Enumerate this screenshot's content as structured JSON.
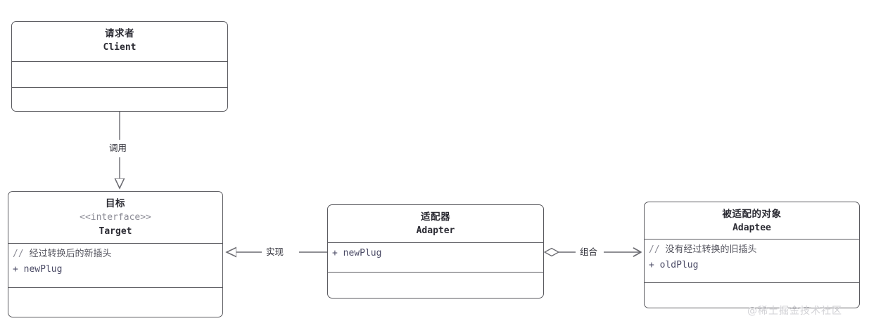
{
  "diagram": {
    "type": "uml-class-diagram",
    "pattern": "Adapter",
    "colors": {
      "stroke": "#5a5a5f",
      "title_text": "#2b2b33",
      "member_text": "#4b4b66",
      "comment_text": "#8b8b95",
      "edge_label_text": "#31313a",
      "watermark": "#d2d2d6",
      "background": "#ffffff"
    },
    "classes": [
      {
        "id": "client",
        "title_cn": "请求者",
        "stereotype": "",
        "title_en": "Client",
        "members": [],
        "empty_sections": 2
      },
      {
        "id": "target",
        "title_cn": "目标",
        "stereotype": "<<interface>>",
        "title_en": "Target",
        "members": [
          {
            "kind": "comment",
            "prefix": "//",
            "text": "经过转换后的新插头"
          },
          {
            "kind": "field",
            "prefix": "+",
            "text": "newPlug"
          }
        ],
        "empty_sections": 1
      },
      {
        "id": "adapter",
        "title_cn": "适配器",
        "stereotype": "",
        "title_en": "Adapter",
        "members": [
          {
            "kind": "field",
            "prefix": "+",
            "text": "newPlug"
          }
        ],
        "empty_sections": 1
      },
      {
        "id": "adaptee",
        "title_cn": "被适配的对象",
        "stereotype": "",
        "title_en": "Adaptee",
        "members": [
          {
            "kind": "comment",
            "prefix": "//",
            "text": "没有经过转换的旧插头"
          },
          {
            "kind": "field",
            "prefix": "+",
            "text": "oldPlug"
          }
        ],
        "empty_sections": 1
      }
    ],
    "edges": [
      {
        "id": "client-target",
        "label": "调用",
        "from": "client",
        "to": "target",
        "arrow": "open-triangle"
      },
      {
        "id": "adapter-target",
        "label": "实现",
        "from": "adapter",
        "to": "target",
        "arrow": "open-triangle"
      },
      {
        "id": "adapter-adaptee",
        "label": "组合",
        "from": "adapter",
        "to": "adaptee",
        "arrow": "open-arrow-diamond"
      }
    ],
    "watermark": "@稀土掘金技术社区"
  }
}
